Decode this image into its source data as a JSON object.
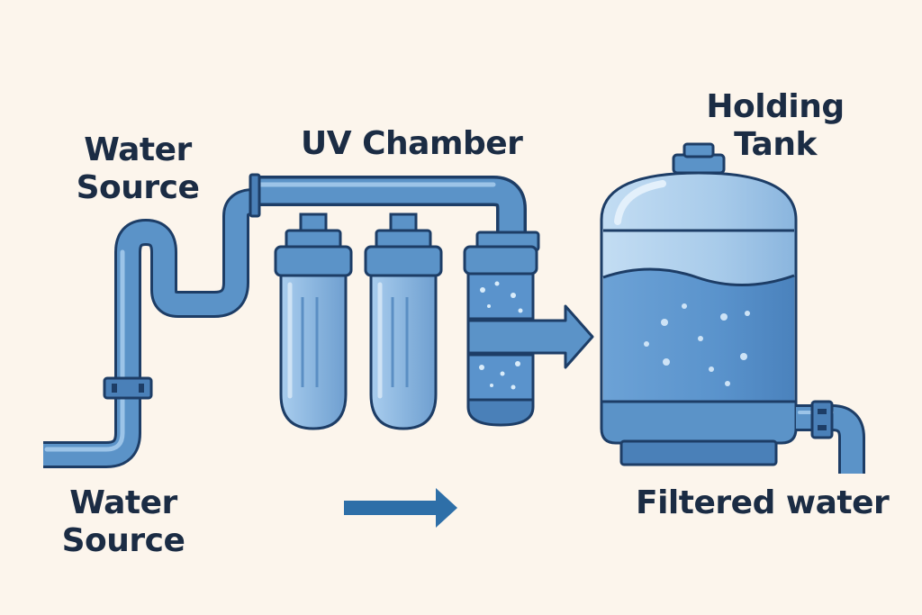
{
  "labels": {
    "water_source_top": [
      "Water",
      "Source"
    ],
    "uv_chamber": "UV Chamber",
    "holding_tank": [
      "Holding",
      "Tank"
    ],
    "water_source_bottom": [
      "Water",
      "Source"
    ],
    "filtered_water": "Filtered water"
  },
  "colors": {
    "background": "#fcf5ec",
    "outline": "#1d3d66",
    "pipe": "#5b93c8",
    "pipe_light": "#9cc4e8",
    "canister": "#8fb9e0",
    "canister_light": "#b7d5ef",
    "tank": "#a9cdec",
    "water": "#5a95cf",
    "arrow": "#2e6fa8",
    "text": "#1b2c44"
  }
}
